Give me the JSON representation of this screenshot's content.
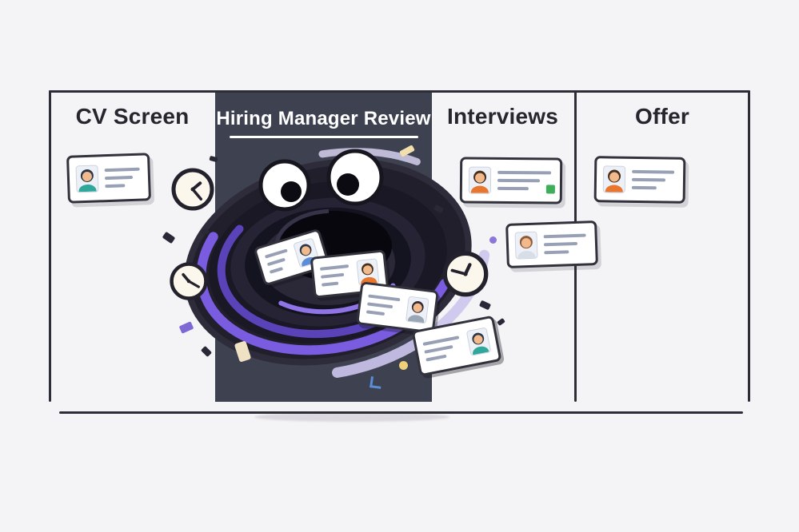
{
  "board": {
    "columns": [
      {
        "id": "cv-screen",
        "label": "CV Screen",
        "cards": [
          {
            "avatar": "teal",
            "text_lines": 3
          }
        ]
      },
      {
        "id": "hiring-manager-review",
        "label": "Hiring Manager Review",
        "cards": []
      },
      {
        "id": "interviews",
        "label": "Interviews",
        "cards": [
          {
            "avatar": "orange",
            "text_lines": 3,
            "marker": "green-square"
          },
          {
            "avatar": "brown",
            "text_lines": 3
          }
        ]
      },
      {
        "id": "offer",
        "label": "Offer",
        "cards": [
          {
            "avatar": "orange",
            "text_lines": 3
          }
        ]
      }
    ]
  },
  "vortex": {
    "eyes": 2,
    "swallowed_cards": [
      {
        "avatar": "blue"
      },
      {
        "avatar": "orange"
      },
      {
        "avatar": "gray"
      },
      {
        "avatar": "teal"
      }
    ],
    "clocks": 3
  },
  "palette": {
    "background": "#f4f3f5",
    "board_line": "#2d2d37",
    "dark_panel": "#3e4250",
    "header_text": "#26262e",
    "header_text_on_dark": "#ffffff",
    "vortex_dark": "#15141d",
    "vortex_purple_bright": "#7a5ce0",
    "vortex_purple_deep": "#5a43b8",
    "vortex_lavender": "#cdc5ee",
    "card_border": "#32323d",
    "card_line": "#97a0b4",
    "avatar_teal": "#2fa79a",
    "avatar_orange": "#e8762e",
    "avatar_brown": "#8a5a3b",
    "avatar_blue": "#5b8dd9",
    "clock_face": "#fcf7ec",
    "status_green": "#3fae5a",
    "confetti_cream": "#f2dfae",
    "confetti_yellow": "#f0cf7a",
    "confetti_purple": "#7e68d6"
  }
}
